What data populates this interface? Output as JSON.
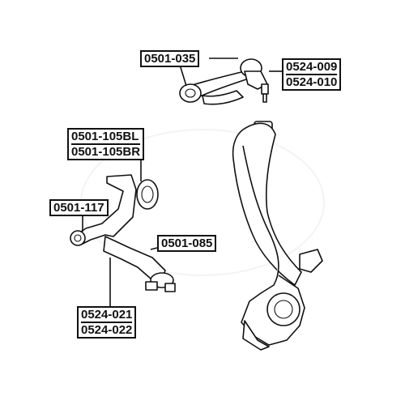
{
  "labels": {
    "upper_arm": "0501-035",
    "upper_ball_joint_a": "0524-009",
    "upper_ball_joint_b": "0524-010",
    "lower_bushing_left": "0501-105BL",
    "lower_bushing_right": "0501-105BR",
    "lower_front_bushing": "0501-117",
    "lower_arm": "0501-085",
    "lower_ball_joint_a": "0524-021",
    "lower_ball_joint_b": "0524-022"
  }
}
